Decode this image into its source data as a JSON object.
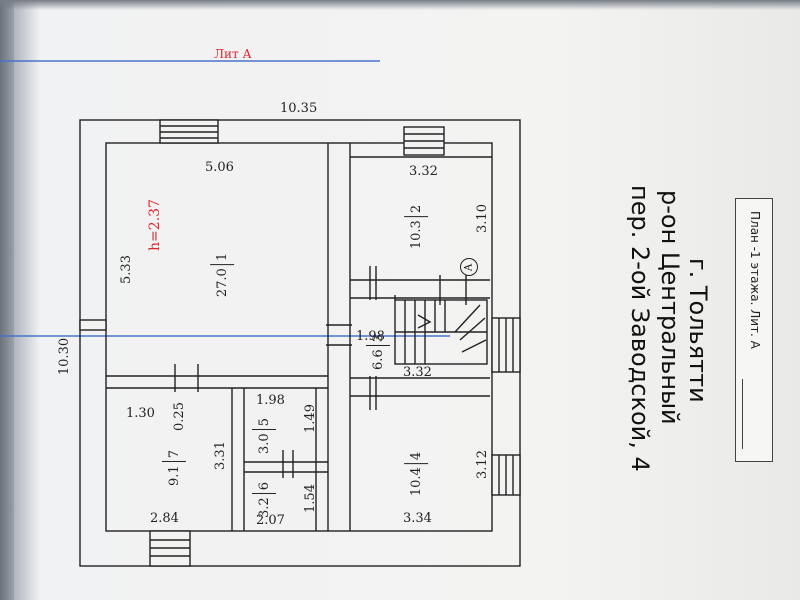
{
  "plan": {
    "title": "План -1 этажа. Лит. А",
    "address_lines": [
      "г. Тольятти",
      "р-он Центральный",
      "пер. 2-ой Заводской, 4"
    ],
    "litera": "Лит А",
    "height_label": "h=2.37",
    "axis_mark": "А"
  },
  "dimensions": {
    "top_overall": "10.35",
    "left_overall": "10.30",
    "room1_width": "5.06",
    "room1_height": "5.33",
    "room2_width": "3.32",
    "room2_height": "3.10",
    "stair_width": "3.32",
    "stair_height": "1.98",
    "room4_height": "3.12",
    "room4_width": "3.34",
    "room5_width": "1.98",
    "room5_height": "1.49",
    "room6_height": "1.54",
    "room6_width": "2.07",
    "room7_height": "3.31",
    "room7_width": "2.84",
    "corner_a": "1.30",
    "corner_b": "0.25"
  },
  "rooms": [
    {
      "id": "1",
      "area": "27.0"
    },
    {
      "id": "2",
      "area": "10.3"
    },
    {
      "id": "3",
      "area": "6.6"
    },
    {
      "id": "4",
      "area": "10.4"
    },
    {
      "id": "5",
      "area": "3.0"
    },
    {
      "id": "6",
      "area": "3.2"
    },
    {
      "id": "7",
      "area": "9.1"
    }
  ],
  "colors": {
    "ink": "#222222",
    "red": "#e0242c",
    "blue": "#4a72c9"
  }
}
